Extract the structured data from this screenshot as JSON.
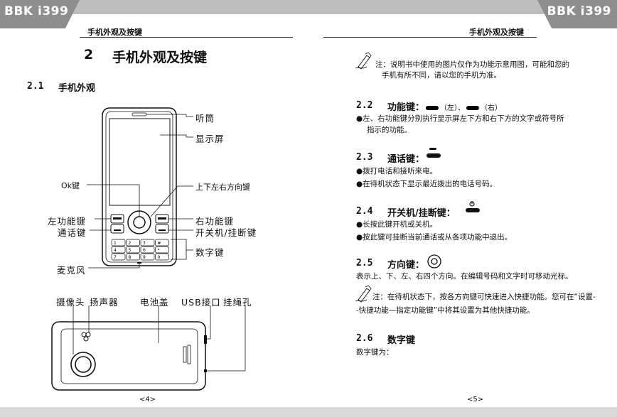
{
  "header": {
    "brand_left": "BBK",
    "brand_left_model": "i399",
    "brand_right": "BBK",
    "brand_right_model": "i399",
    "section_left": "手机外观及按键",
    "section_right": "手机外观及按键"
  },
  "left_page": {
    "chapter_number": "2",
    "chapter_title": "手机外观及按键",
    "section_number": "2.1",
    "section_title": "手机外观",
    "labels": {
      "earpiece": "听筒",
      "display": "显示屏",
      "ok_key": "Ok键",
      "nav_key": "上下左右方向键",
      "left_soft_key": "左功能键",
      "right_soft_key": "右功能键",
      "call_key": "通话键",
      "power_end_key": "开关机/挂断键",
      "number_keys": "数字键",
      "microphone": "麦克风",
      "camera": "摄像头",
      "speaker": "扬声器",
      "battery_cover": "电池盖",
      "usb_port": "USB接口",
      "lanyard_hole": "挂绳孔"
    },
    "page_number": "<4>"
  },
  "right_page": {
    "note1_prefix": "注：",
    "note1_line1": "说明书中使用的图片仅作为功能示意用图，可能和您的",
    "note1_line2": "手机有所不同，请以您的手机为准。",
    "s22_number": "2.2",
    "s22_title": "功能键：",
    "s22_left": "（左）、",
    "s22_right": "（右）",
    "s22_line1": "●左、右功能键分别执行显示屏左下方和右下方的文字或符号所",
    "s22_line2": "指示的功能。",
    "s23_number": "2.3",
    "s23_title": "通话键：",
    "s23_b1": "●拨打电话和接听来电。",
    "s23_b2": "●在待机状态下显示最近拨出的电话号码。",
    "s24_number": "2.4",
    "s24_title": "开关机/挂断键：",
    "s24_b1": "●长按此键开机或关机。",
    "s24_b2": "●按此键可挂断当前通话或从各项功能中退出。",
    "s25_number": "2.5",
    "s25_title": "方向键：",
    "s25_line": "表示上、下、左、右四个方向。在编辑号码和文字时可移动光标。",
    "note2_line1": "注：在待机状态下，按各方向键可快速进入快捷功能。您可在“设置-",
    "note2_line2": "-快捷功能—指定功能键”中将其设置为其他快捷功能。",
    "s26_number": "2.6",
    "s26_title": "数字键",
    "s26_line": "数字键为：",
    "page_number": "<5>"
  },
  "keypad": [
    "1",
    "2",
    "3",
    "#",
    "4",
    "5",
    "6",
    "*",
    "7",
    "8",
    "9",
    "0"
  ]
}
